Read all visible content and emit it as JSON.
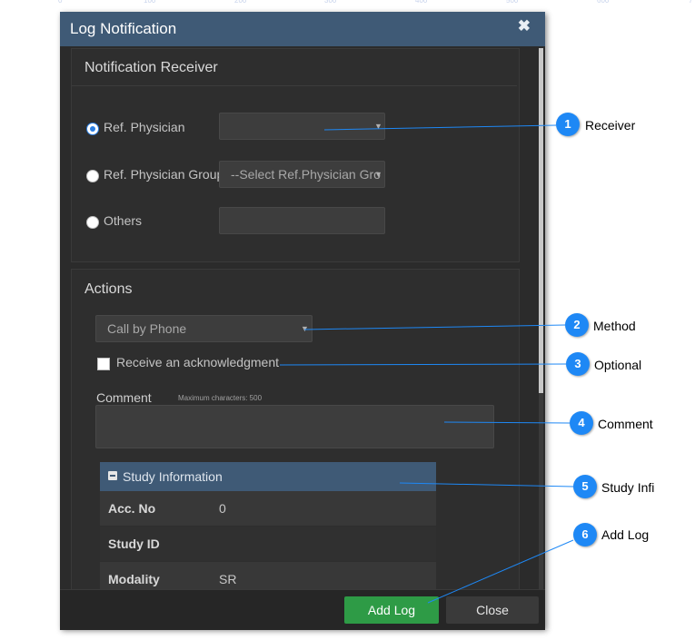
{
  "ruler_ticks": [
    "0",
    "100",
    "200",
    "300",
    "400",
    "500",
    "600",
    "7"
  ],
  "modal": {
    "title": "Log Notification",
    "close_glyph": "✖"
  },
  "receiver_section": {
    "title": "Notification Receiver",
    "options": [
      {
        "label": "Ref. Physician",
        "selected": true,
        "value": ""
      },
      {
        "label": "Ref. Physician Group",
        "selected": false,
        "value": "--Select Ref.Physician Gro"
      },
      {
        "label": "Others",
        "selected": false,
        "value": ""
      }
    ]
  },
  "actions_section": {
    "title": "Actions",
    "method_value": "Call by Phone",
    "acknowledgment_label": "Receive an acknowledgment",
    "acknowledgment_checked": false,
    "comment_label": "Comment",
    "comment_note": "Maximum characters: 500",
    "comment_value": ""
  },
  "study_info": {
    "title": "Study Information",
    "rows": [
      {
        "key": "Acc. No",
        "value": "0"
      },
      {
        "key": "Study ID",
        "value": ""
      },
      {
        "key": "Modality",
        "value": "SR"
      }
    ]
  },
  "footer": {
    "add_label": "Add Log",
    "close_label": "Close"
  },
  "callouts": [
    {
      "number": "1",
      "label": "Receiver"
    },
    {
      "number": "2",
      "label": "Method"
    },
    {
      "number": "3",
      "label": "Optional"
    },
    {
      "number": "4",
      "label": "Comment"
    },
    {
      "number": "5",
      "label": "Study Infi"
    },
    {
      "number": "6",
      "label": "Add Log"
    }
  ],
  "colors": {
    "header": "#3f5a76",
    "dialog_bg": "#2b2b2b",
    "add_button": "#2e9b46",
    "callout": "#1e88f5"
  }
}
